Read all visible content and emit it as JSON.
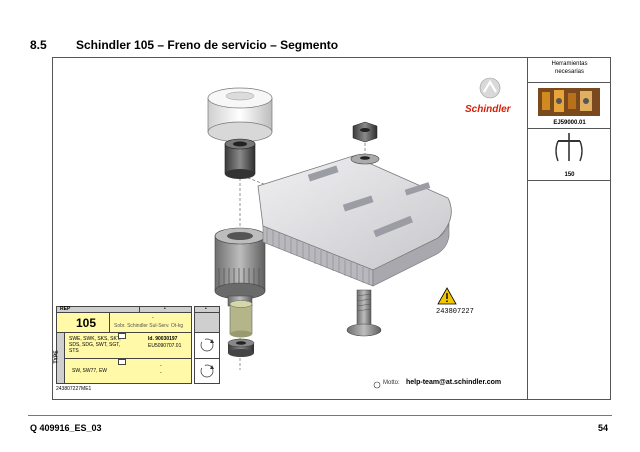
{
  "header": {
    "section": "8.5",
    "title": "Schindler 105 – Freno de servicio – Segmento"
  },
  "brand": {
    "name": "Schindler",
    "color": "#d81e05"
  },
  "tools_panel": {
    "title_line1": "Herramientas",
    "title_line2": "necesarias",
    "tool1_code": "EJ59000.01",
    "tool2_code": "150"
  },
  "warning": {
    "code": "243807227"
  },
  "parts_table": {
    "rep_label": "REP",
    "rep_value": "105",
    "col_dot": "•",
    "row1_desc": "Sobr. Schindler Sul-Serv. Ot-kg",
    "type_label": "TYPE",
    "row2_types": "SWE, SWK, SKS, SKT, SDS, SDG, SWT, SGT, STS",
    "row2_ref1": "Id. 90030197",
    "row2_ref2": "EU5090707.01",
    "row3_types": "SW, SW77, EW",
    "row3_val1": "-",
    "row3_val2": "-",
    "doc_code": "243807227ME1"
  },
  "contact": {
    "label": "Motto:",
    "email": "help-team@at.schindler.com"
  },
  "footer": {
    "doc_ref": "Q 409916_ES_03",
    "page": "54"
  },
  "colors": {
    "highlight": "#fff9a8",
    "warning_yellow": "#f4c600"
  }
}
